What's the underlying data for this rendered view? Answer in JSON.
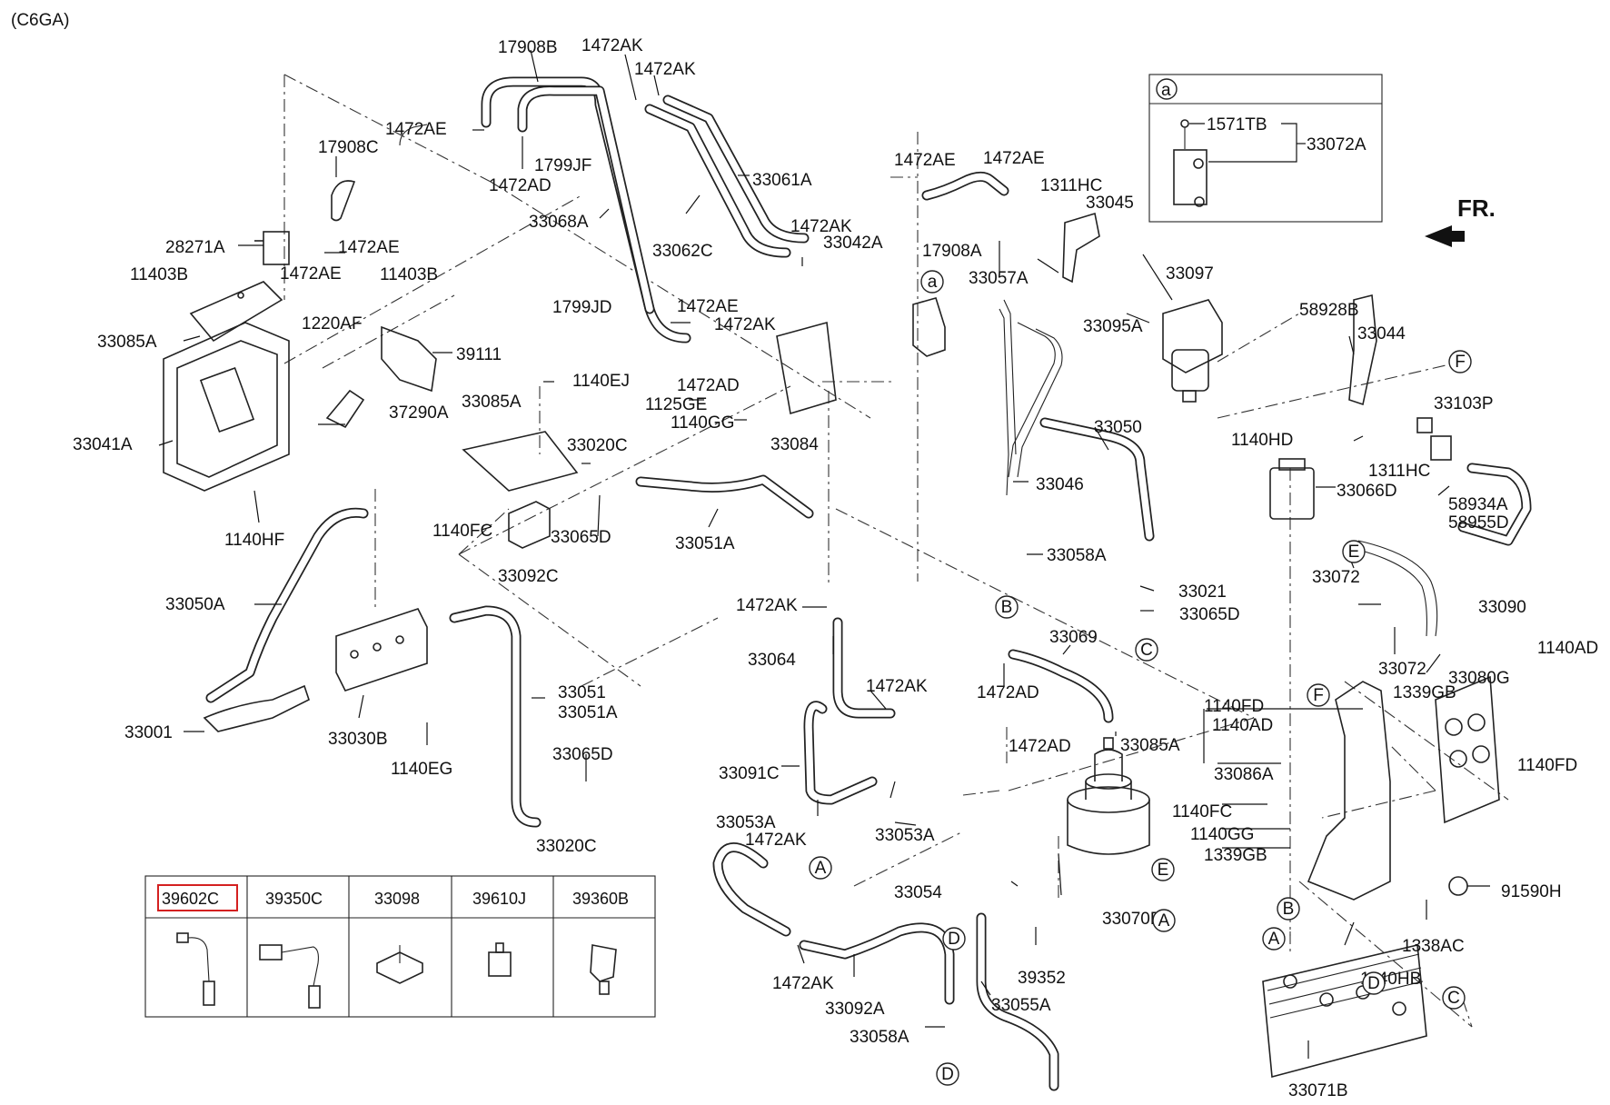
{
  "diagram": {
    "engine_code": "(C6GA)",
    "direction_label": "FR.",
    "detail_box": {
      "marker": "a",
      "labels": [
        "1571TB",
        "33072A"
      ]
    },
    "part_labels": [
      "17908B",
      "1472AK",
      "1472AK",
      "1472AE",
      "1472AD",
      "1799JF",
      "17908C",
      "28271A",
      "1472AE",
      "1472AE",
      "11403B",
      "11403B",
      "1220AF",
      "33085A",
      "39111",
      "33041A",
      "37290A",
      "1140HF",
      "33068A",
      "33061A",
      "33062C",
      "1799JD",
      "1472AK",
      "33042A",
      "1472AE",
      "1472AE",
      "1311HC",
      "33045",
      "17908A",
      "33057A",
      "33097",
      "33095A",
      "1472AE",
      "1472AK",
      "1472AD",
      "1125GE",
      "1140GG",
      "33084",
      "1140EJ",
      "33085A",
      "33020C",
      "1140FC",
      "33065D",
      "33092C",
      "33051A",
      "33050A",
      "33001",
      "33030B",
      "1140EG",
      "33051",
      "33051A",
      "33065D",
      "33020C",
      "1472AK",
      "33064",
      "33069",
      "1472AD",
      "1472AK",
      "1472AD",
      "33085A",
      "33050",
      "33046",
      "33058A",
      "33021",
      "33065D",
      "58928B",
      "33044",
      "1140HD",
      "33103P",
      "1311HC",
      "33066D",
      "58934A",
      "58955D",
      "33072",
      "33090",
      "33072",
      "1140AD",
      "33080G",
      "1140FD",
      "1140AD",
      "1339GB",
      "1140FD",
      "33086A",
      "1140FC",
      "1140GG",
      "1339GB",
      "91590H",
      "1338AC",
      "1140HB",
      "33071B",
      "33091C",
      "33053A",
      "1472AK",
      "33053A",
      "33054",
      "33070B",
      "39352",
      "33055A",
      "1472AK",
      "33092A",
      "33058A"
    ],
    "callouts": [
      "a",
      "F",
      "B",
      "C",
      "E",
      "A",
      "D",
      "F",
      "A",
      "B",
      "D",
      "C",
      "A",
      "E",
      "D"
    ],
    "parts_table": {
      "headers": [
        "39602C",
        "39350C",
        "33098",
        "39610J",
        "39360B"
      ],
      "highlighted": "39602C"
    }
  }
}
